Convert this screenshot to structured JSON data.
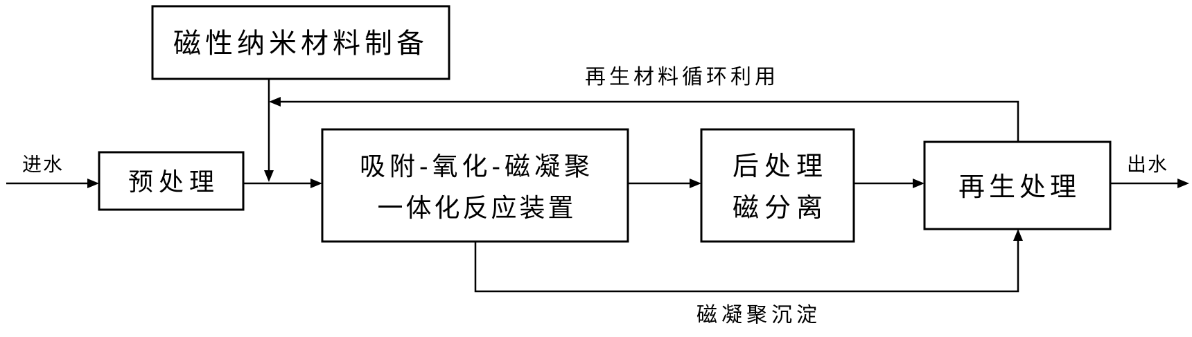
{
  "nodes": {
    "material_prep": "磁性纳米材料制备",
    "pretreatment": "预处理",
    "reactor_line1": "吸附-氧化-磁凝聚",
    "reactor_line2": "一体化反应装置",
    "post_line1": "后处理",
    "post_line2": "磁分离",
    "regeneration": "再生处理"
  },
  "edges": {
    "inflow": "进水",
    "outflow": "出水",
    "recycle": "再生材料循环利用",
    "sediment": "磁凝聚沉淀"
  }
}
